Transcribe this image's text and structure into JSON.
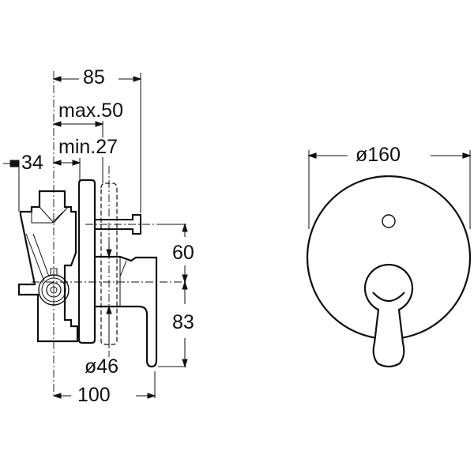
{
  "drawing": {
    "type": "technical dimension drawing",
    "subject": "concealed bath/shower mixer with round escutcheon and lever handle",
    "line_color": "#111111",
    "background": "#ffffff"
  },
  "side_view": {
    "dimensions": {
      "overall_depth": "85",
      "max_depth": "max.50",
      "min_depth": "min.27",
      "left_offset": "34",
      "upper_height": "60",
      "lower_height": "83",
      "cartridge_diameter": "ø46",
      "total_projection": "100"
    }
  },
  "front_view": {
    "dimensions": {
      "escutcheon_diameter": "ø160"
    }
  }
}
